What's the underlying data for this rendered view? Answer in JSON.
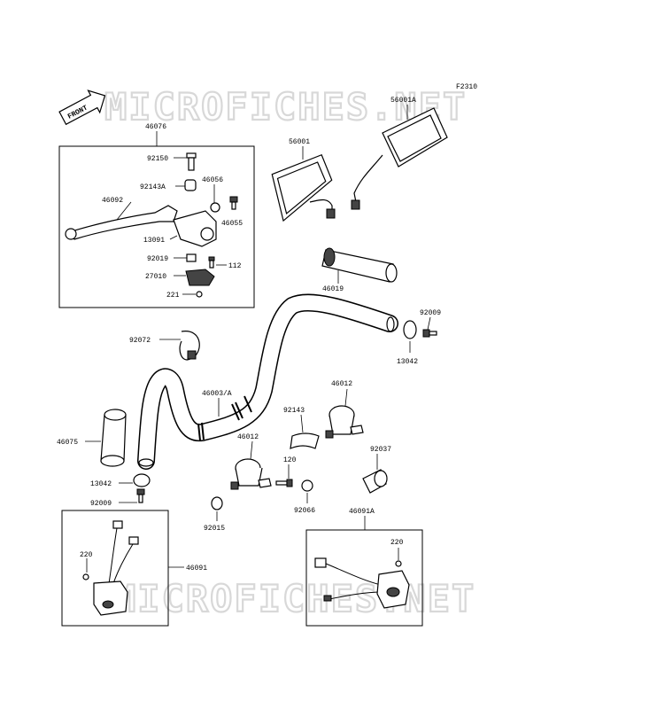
{
  "figure_code": "F2310",
  "front_label": "FRONT",
  "watermark": "MICROFICHES.NET",
  "callouts": {
    "c46076": "46076",
    "c92150": "92150",
    "c92143A": "92143A",
    "c46056": "46056",
    "c46092": "46092",
    "c46055": "46055",
    "c13091": "13091",
    "c92019": "92019",
    "c112": "112",
    "c27010": "27010",
    "c221": "221",
    "c56001": "56001",
    "c56001A": "56001A",
    "c46019": "46019",
    "c92009_top": "92009",
    "c13042_top": "13042",
    "c92072": "92072",
    "c46003A": "46003/A",
    "c46012_top": "46012",
    "c92143": "92143",
    "c46075": "46075",
    "c46012_mid": "46012",
    "c120": "120",
    "c92037": "92037",
    "c13042_bot": "13042",
    "c92009_bot": "92009",
    "c92066": "92066",
    "c92015": "92015",
    "c46091A": "46091A",
    "c220_left": "220",
    "c46091": "46091",
    "c220_right": "220"
  }
}
